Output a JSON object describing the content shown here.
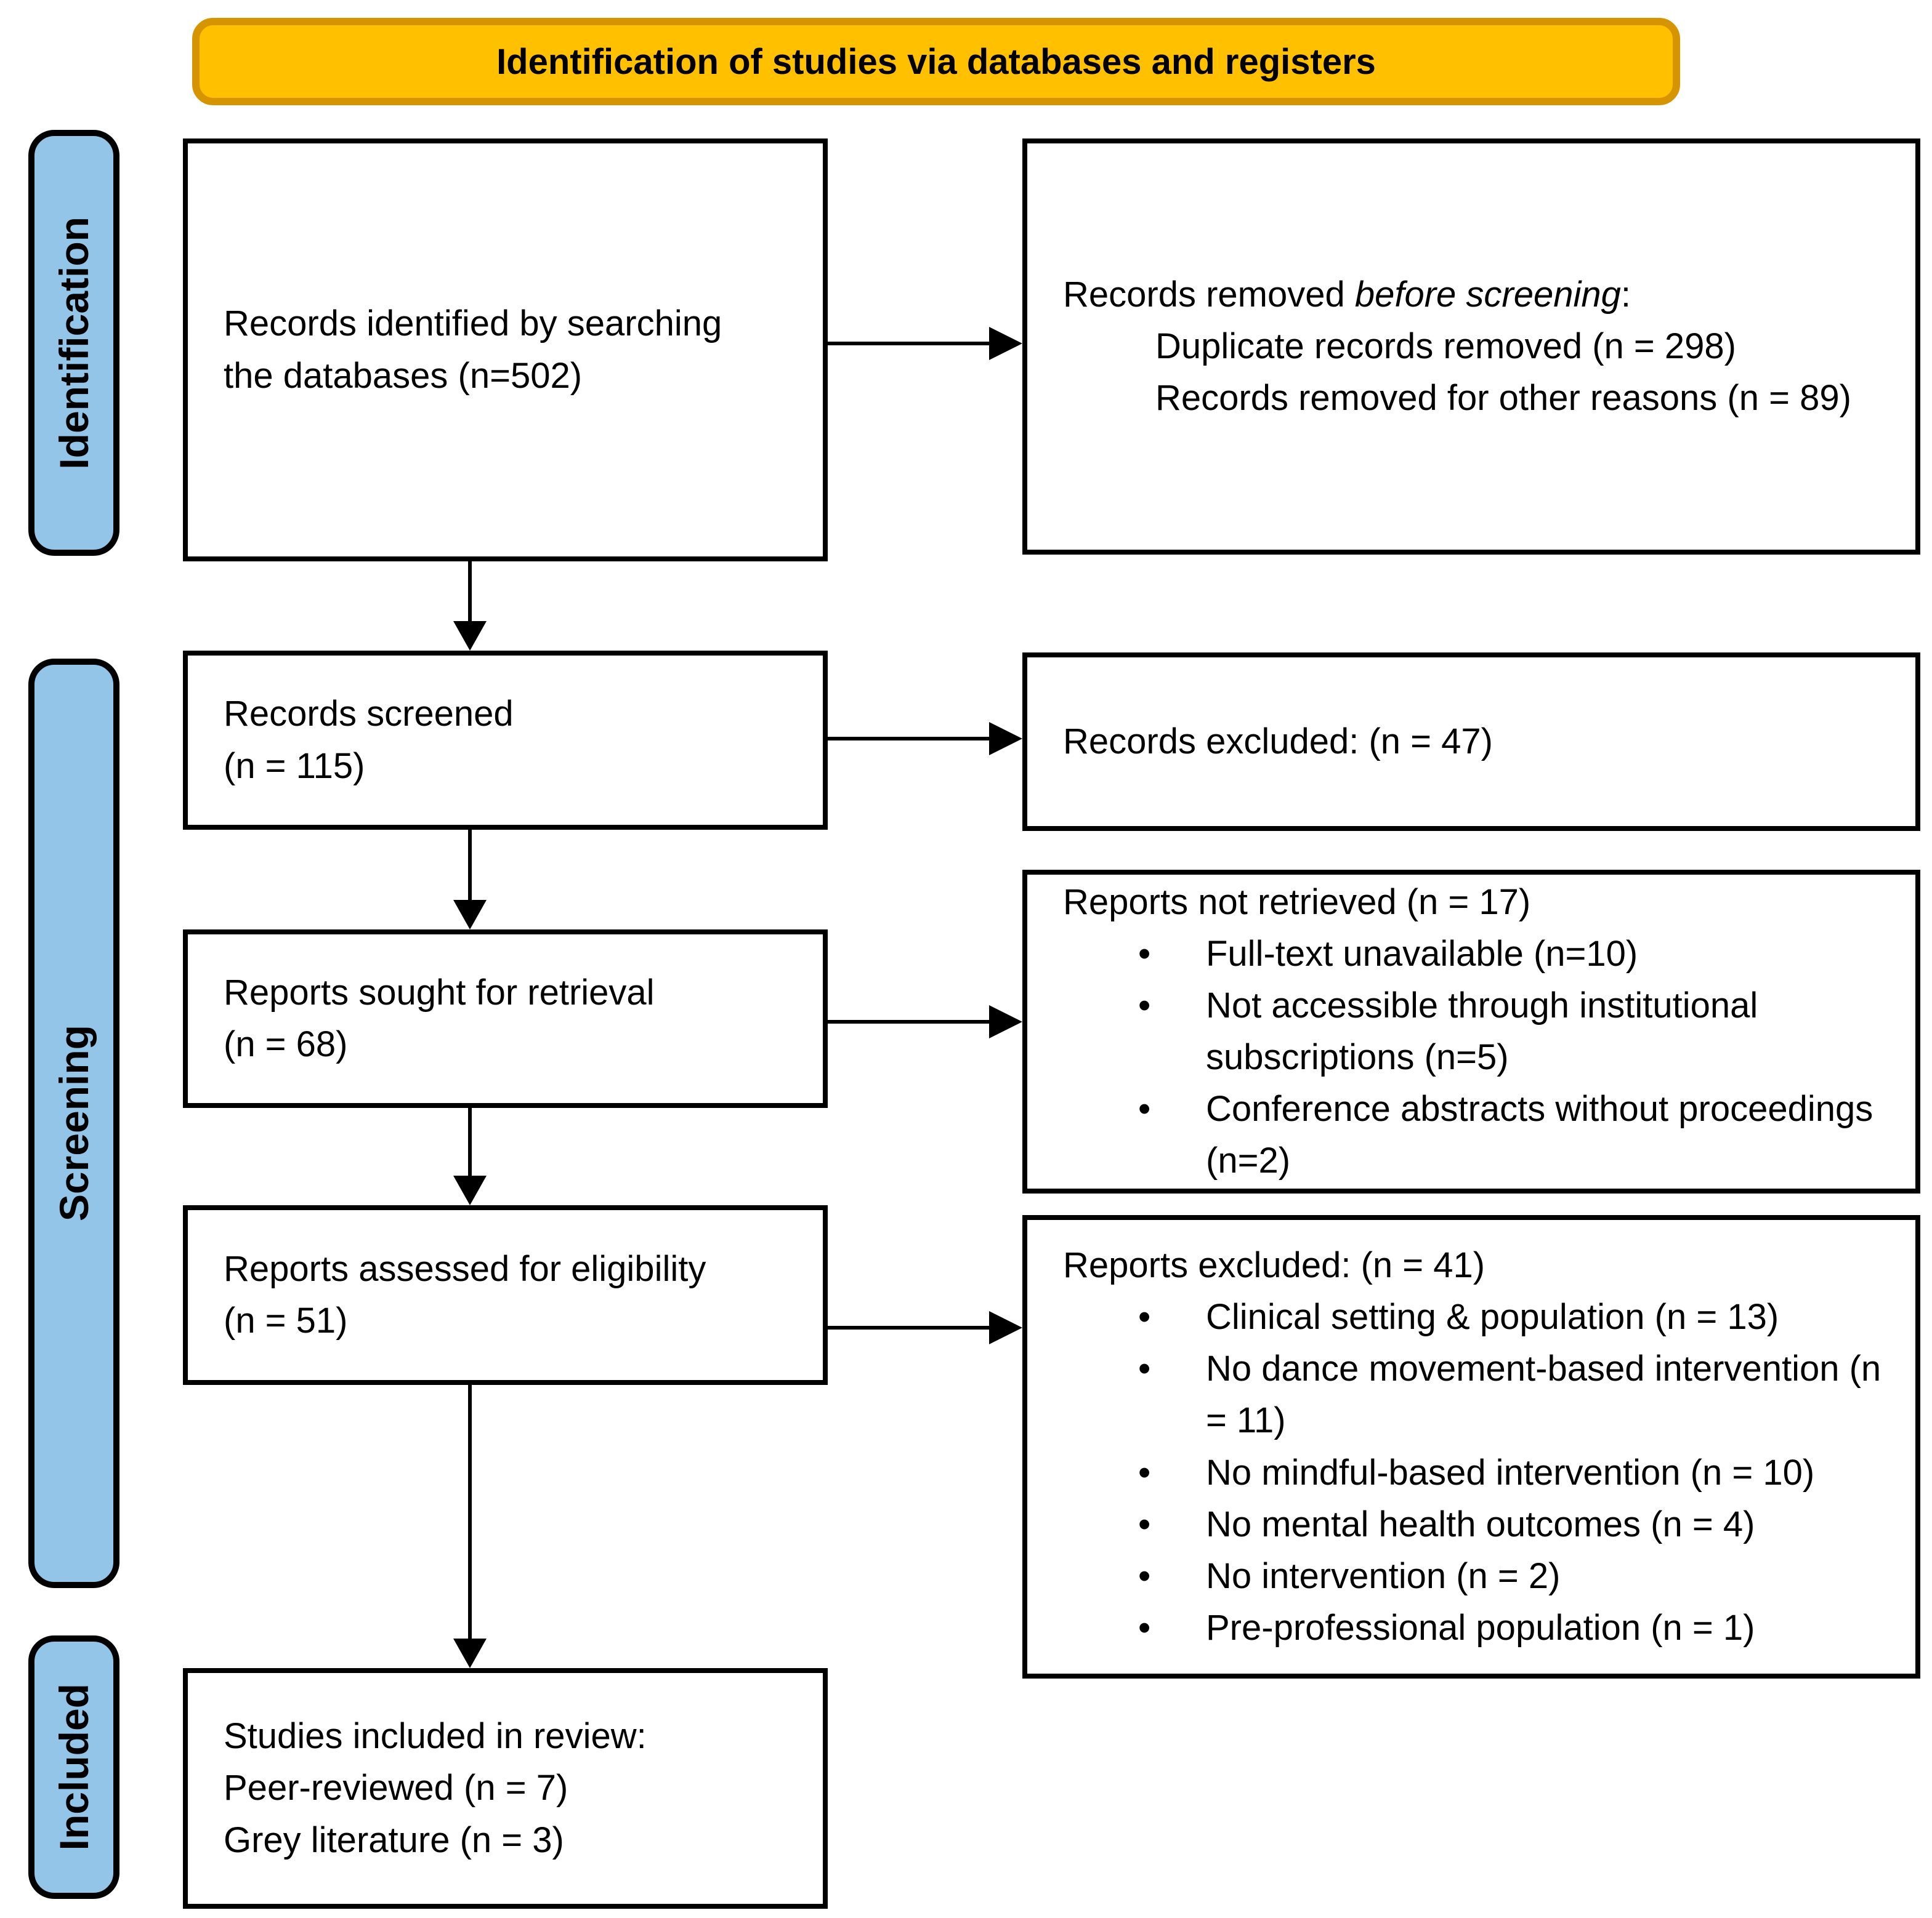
{
  "banner": {
    "label": "Identification of studies via databases and registers"
  },
  "sidebar": {
    "items": [
      {
        "label": "Identification"
      },
      {
        "label": "Screening"
      },
      {
        "label": "Included"
      }
    ]
  },
  "flow": {
    "identified": {
      "lines": [
        "Records identified by searching",
        "the databases (n=502)"
      ]
    },
    "screened": {
      "lines": [
        "Records screened",
        "(n = 115)"
      ]
    },
    "sought": {
      "lines": [
        "Reports sought for retrieval",
        "(n = 68)"
      ]
    },
    "assessed": {
      "lines": [
        "Reports assessed for eligibility",
        "(n = 51)"
      ]
    },
    "included": {
      "lines": [
        "Studies included in review:",
        "Peer-reviewed (n = 7)",
        "Grey literature (n = 3)"
      ]
    }
  },
  "side": {
    "removed": {
      "title_prefix": "Records removed ",
      "title_italic": "before screening",
      "title_suffix": ":",
      "items": [
        "Duplicate records removed (n = 298)",
        "Records removed for other reasons (n = 89)"
      ]
    },
    "records_excluded": {
      "title": "Records excluded: (n = 47)"
    },
    "not_retrieved": {
      "title": "Reports not retrieved (n = 17)",
      "bullets": [
        "Full-text unavailable (n=10)",
        "Not accessible through institutional subscriptions (n=5)",
        "Conference abstracts without proceedings (n=2)"
      ]
    },
    "reports_excluded": {
      "title": "Reports excluded: (n = 41)",
      "bullets": [
        "Clinical setting & population (n = 13)",
        "No dance movement-based intervention (n = 11)",
        "No mindful-based intervention (n = 10)",
        "No mental health outcomes (n = 4)",
        "No intervention (n = 2)",
        "Pre-professional population (n = 1)"
      ]
    }
  },
  "colors": {
    "banner_fill": "#FFC000",
    "banner_border": "#D69500",
    "sidebar_fill": "#92C5E8",
    "line": "#000000"
  }
}
